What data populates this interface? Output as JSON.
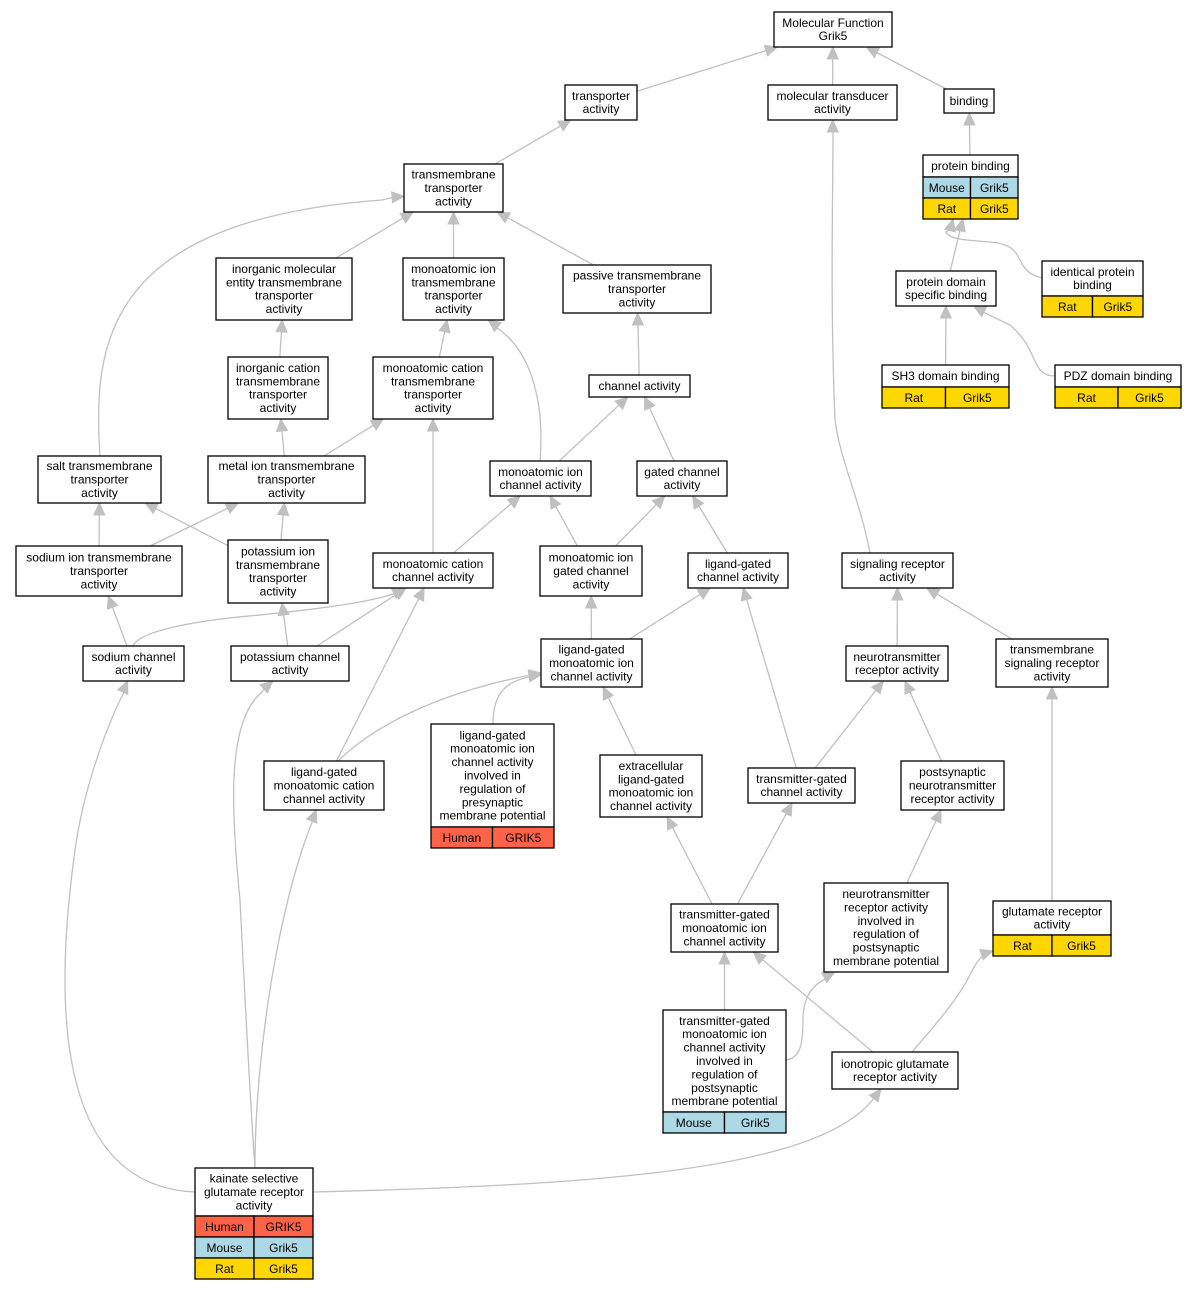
{
  "colors": {
    "human": "#ff6347",
    "mouse": "#add8e6",
    "rat": "#ffd700",
    "edge": "#c0c0c0"
  },
  "nodes": [
    {
      "id": "mf",
      "lines": [
        "Molecular Function",
        "Grik5"
      ]
    },
    {
      "id": "transporter",
      "lines": [
        "transporter",
        "activity"
      ]
    },
    {
      "id": "moltrans",
      "lines": [
        "molecular transducer",
        "activity"
      ]
    },
    {
      "id": "binding",
      "lines": [
        "binding"
      ]
    },
    {
      "id": "protbind",
      "lines": [
        "protein binding"
      ],
      "species": [
        [
          "Mouse",
          "Grik5"
        ],
        [
          "Rat",
          "Grik5"
        ]
      ]
    },
    {
      "id": "tmtrans",
      "lines": [
        "transmembrane",
        "transporter",
        "activity"
      ]
    },
    {
      "id": "inorgmol",
      "lines": [
        "inorganic molecular",
        "entity transmembrane",
        "transporter",
        "activity"
      ]
    },
    {
      "id": "moniontm",
      "lines": [
        "monoatomic ion",
        "transmembrane",
        "transporter",
        "activity"
      ]
    },
    {
      "id": "passive",
      "lines": [
        "passive transmembrane",
        "transporter",
        "activity"
      ]
    },
    {
      "id": "identical",
      "lines": [
        "identical protein",
        "binding"
      ],
      "species": [
        [
          "Rat",
          "Grik5"
        ]
      ]
    },
    {
      "id": "domain",
      "lines": [
        "protein domain",
        "specific binding"
      ]
    },
    {
      "id": "inorgcat",
      "lines": [
        "inorganic cation",
        "transmembrane",
        "transporter",
        "activity"
      ]
    },
    {
      "id": "moncattm",
      "lines": [
        "monoatomic cation",
        "transmembrane",
        "transporter",
        "activity"
      ]
    },
    {
      "id": "channel",
      "lines": [
        "channel activity"
      ]
    },
    {
      "id": "sh3",
      "lines": [
        "SH3 domain binding"
      ],
      "species": [
        [
          "Rat",
          "Grik5"
        ]
      ]
    },
    {
      "id": "pdz",
      "lines": [
        "PDZ domain binding"
      ],
      "species": [
        [
          "Rat",
          "Grik5"
        ]
      ]
    },
    {
      "id": "salt",
      "lines": [
        "salt transmembrane",
        "transporter",
        "activity"
      ]
    },
    {
      "id": "metal",
      "lines": [
        "metal ion transmembrane",
        "transporter",
        "activity"
      ]
    },
    {
      "id": "monionch",
      "lines": [
        "monoatomic ion",
        "channel activity"
      ]
    },
    {
      "id": "gated",
      "lines": [
        "gated channel",
        "activity"
      ]
    },
    {
      "id": "sodiumtm",
      "lines": [
        "sodium ion transmembrane",
        "transporter",
        "activity"
      ]
    },
    {
      "id": "potasstm",
      "lines": [
        "potassium ion",
        "transmembrane",
        "transporter",
        "activity"
      ]
    },
    {
      "id": "moncatch",
      "lines": [
        "monoatomic cation",
        "channel activity"
      ]
    },
    {
      "id": "monion_gated",
      "lines": [
        "monoatomic ion",
        "gated channel",
        "activity"
      ]
    },
    {
      "id": "ligch",
      "lines": [
        "ligand-gated",
        "channel activity"
      ]
    },
    {
      "id": "sigrec",
      "lines": [
        "signaling receptor",
        "activity"
      ]
    },
    {
      "id": "sodiumch",
      "lines": [
        "sodium channel",
        "activity"
      ]
    },
    {
      "id": "potassch",
      "lines": [
        "potassium channel",
        "activity"
      ]
    },
    {
      "id": "ligmonion",
      "lines": [
        "ligand-gated",
        "monoatomic ion",
        "channel activity"
      ]
    },
    {
      "id": "ntrec",
      "lines": [
        "neurotransmitter",
        "receptor activity"
      ]
    },
    {
      "id": "tmsig",
      "lines": [
        "transmembrane",
        "signaling receptor",
        "activity"
      ]
    },
    {
      "id": "ligmoncat",
      "lines": [
        "ligand-gated",
        "monoatomic cation",
        "channel activity"
      ]
    },
    {
      "id": "ligpresyn",
      "lines": [
        "ligand-gated",
        "monoatomic ion",
        "channel activity",
        "involved in",
        "regulation of",
        "presynaptic",
        "membrane potential"
      ],
      "species": [
        [
          "Human",
          "GRIK5"
        ]
      ]
    },
    {
      "id": "extracell",
      "lines": [
        "extracellular",
        "ligand-gated",
        "monoatomic ion",
        "channel activity"
      ]
    },
    {
      "id": "transgated",
      "lines": [
        "transmitter-gated",
        "channel activity"
      ]
    },
    {
      "id": "postsyn",
      "lines": [
        "postsynaptic",
        "neurotransmitter",
        "receptor activity"
      ]
    },
    {
      "id": "transmonion",
      "lines": [
        "transmitter-gated",
        "monoatomic ion",
        "channel activity"
      ]
    },
    {
      "id": "ntpostsyn",
      "lines": [
        "neurotransmitter",
        "receptor activity",
        "involved in",
        "regulation of",
        "postsynaptic",
        "membrane potential"
      ]
    },
    {
      "id": "glurec",
      "lines": [
        "glutamate receptor",
        "activity"
      ],
      "species": [
        [
          "Rat",
          "Grik5"
        ]
      ]
    },
    {
      "id": "transinvolved",
      "lines": [
        "transmitter-gated",
        "monoatomic ion",
        "channel activity",
        "involved in",
        "regulation of",
        "postsynaptic",
        "membrane potential"
      ],
      "species": [
        [
          "Mouse",
          "Grik5"
        ]
      ]
    },
    {
      "id": "ionotropic",
      "lines": [
        "ionotropic glutamate",
        "receptor activity"
      ]
    },
    {
      "id": "kainate",
      "lines": [
        "kainate selective",
        "glutamate receptor",
        "activity"
      ],
      "species": [
        [
          "Human",
          "GRIK5"
        ],
        [
          "Mouse",
          "Grik5"
        ],
        [
          "Rat",
          "Grik5"
        ]
      ]
    }
  ],
  "edges": [
    [
      "transporter",
      "mf"
    ],
    [
      "moltrans",
      "mf"
    ],
    [
      "binding",
      "mf"
    ],
    [
      "protbind",
      "binding"
    ],
    [
      "tmtrans",
      "transporter"
    ],
    [
      "inorgmol",
      "tmtrans"
    ],
    [
      "moniontm",
      "tmtrans"
    ],
    [
      "passive",
      "tmtrans"
    ],
    [
      "salt",
      "tmtrans"
    ],
    [
      "identical",
      "protbind"
    ],
    [
      "domain",
      "protbind"
    ],
    [
      "inorgcat",
      "inorgmol"
    ],
    [
      "moncattm",
      "moniontm"
    ],
    [
      "monionch",
      "moniontm"
    ],
    [
      "channel",
      "passive"
    ],
    [
      "sh3",
      "domain"
    ],
    [
      "pdz",
      "domain"
    ],
    [
      "metal",
      "inorgcat"
    ],
    [
      "metal",
      "moncattm"
    ],
    [
      "moncatch",
      "moncattm"
    ],
    [
      "monionch",
      "channel"
    ],
    [
      "gated",
      "channel"
    ],
    [
      "sodiumtm",
      "salt"
    ],
    [
      "potasstm",
      "salt"
    ],
    [
      "sodiumtm",
      "metal"
    ],
    [
      "potasstm",
      "metal"
    ],
    [
      "moncatch",
      "monionch"
    ],
    [
      "monion_gated",
      "monionch"
    ],
    [
      "monion_gated",
      "gated"
    ],
    [
      "ligch",
      "gated"
    ],
    [
      "sigrec",
      "moltrans"
    ],
    [
      "sodiumch",
      "sodiumtm"
    ],
    [
      "sodiumch",
      "moncatch"
    ],
    [
      "potassch",
      "potasstm"
    ],
    [
      "potassch",
      "moncatch"
    ],
    [
      "ligmonion",
      "monion_gated"
    ],
    [
      "ligmonion",
      "ligch"
    ],
    [
      "ntrec",
      "sigrec"
    ],
    [
      "tmsig",
      "sigrec"
    ],
    [
      "ligmoncat",
      "moncatch"
    ],
    [
      "ligmoncat",
      "ligmonion"
    ],
    [
      "ligpresyn",
      "ligmonion"
    ],
    [
      "extracell",
      "ligmonion"
    ],
    [
      "transgated",
      "ligch"
    ],
    [
      "transgated",
      "ntrec"
    ],
    [
      "postsyn",
      "ntrec"
    ],
    [
      "transmonion",
      "extracell"
    ],
    [
      "transmonion",
      "transgated"
    ],
    [
      "ntpostsyn",
      "postsyn"
    ],
    [
      "glurec",
      "tmsig"
    ],
    [
      "transinvolved",
      "transmonion"
    ],
    [
      "transinvolved",
      "ntpostsyn"
    ],
    [
      "ionotropic",
      "transmonion"
    ],
    [
      "ionotropic",
      "glurec"
    ],
    [
      "kainate",
      "sodiumch"
    ],
    [
      "kainate",
      "potassch"
    ],
    [
      "kainate",
      "ligmoncat"
    ],
    [
      "kainate",
      "ionotropic"
    ]
  ]
}
